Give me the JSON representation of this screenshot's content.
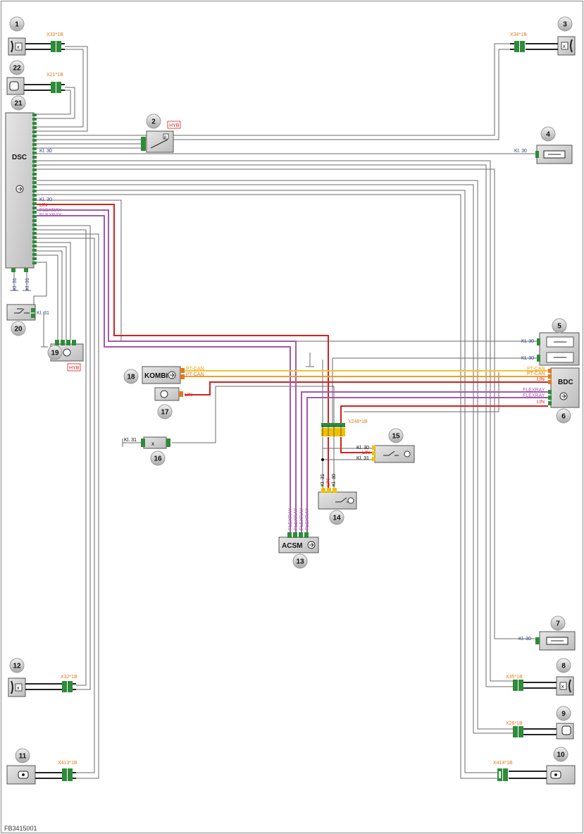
{
  "figure_id": "FB3415001",
  "bubbles": [
    "1",
    "2",
    "3",
    "4",
    "5",
    "6",
    "7",
    "8",
    "9",
    "10",
    "11",
    "12",
    "13",
    "14",
    "15",
    "16",
    "17",
    "18",
    "19",
    "20",
    "21",
    "22"
  ],
  "connectors": {
    "c1": "X33*1B",
    "c22": "X21*1B",
    "c3": "X34*1B",
    "c246": "X246*1B",
    "c12": "X32*1B",
    "c11": "X413*1B",
    "c8": "X35*1B",
    "c9": "X26*1B",
    "c10": "X414*1B"
  },
  "modules": {
    "dsc": "DSC",
    "bdc": "BDC",
    "kombi": "KOMBI",
    "acsm": "ACSM",
    "hyb": "HYB"
  },
  "signals": {
    "kl30": "Kl. 30",
    "kl30_caps": "KL 30",
    "kl31": "Kl. 31",
    "lin": "LIN",
    "flexray": "FLEXRAY",
    "ptcan": "PT-CAN"
  },
  "colors": {
    "connector_green": "#2e8b3a",
    "connector_orange": "#e07a1e",
    "connector_yellow": "#f0c000",
    "lin": "#d42020",
    "flexray": "#a35aa8",
    "ptcan_yellow": "#f3c230",
    "ptcan_orange": "#f29c2a",
    "module_fill": "#cfcfcf",
    "bubble_fill": "#c8c8c8",
    "label_orange": "#e0781e",
    "label_blue": "#2a3f86"
  }
}
